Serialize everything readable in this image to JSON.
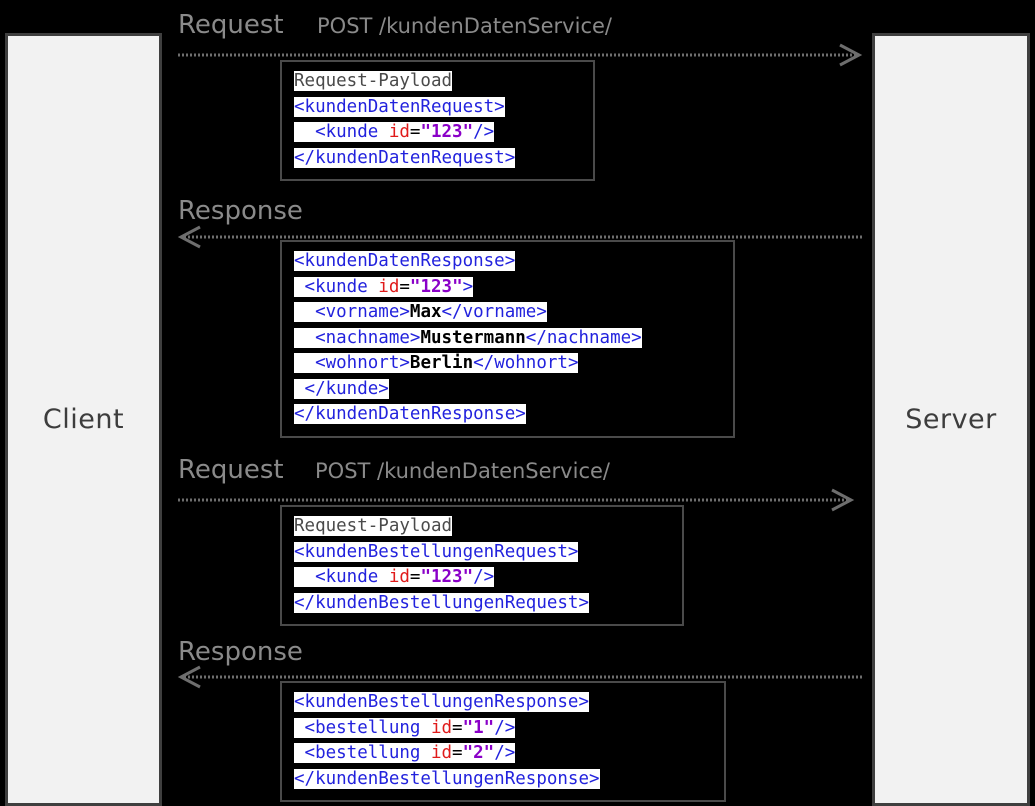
{
  "diagram": {
    "type": "sequence-diagram",
    "title": "Client-Server XML request/response sequence",
    "colors": {
      "background": "#000000",
      "lifeline_fill": "#f2f2f2",
      "lifeline_border": "#3f3f3f",
      "label_gray": "#8a8a8a",
      "note_border": "#4a4a4a",
      "tag_blue": "#2222dd",
      "attr_red": "#e01b1b",
      "value_purple": "#8a00c8",
      "text_black": "#000000",
      "code_highlight": "#ffffff"
    }
  },
  "participants": {
    "client": {
      "label": "Client"
    },
    "server": {
      "label": "Server"
    }
  },
  "messages": [
    {
      "id": "msg-1",
      "kind": "request",
      "direction": "client-to-server",
      "label": "Request",
      "sublabel": "POST /kundenDatenService/",
      "note": {
        "caption": "Request-Payload",
        "lines": [
          {
            "indent": 0,
            "tokens": [
              {
                "t": "tag",
                "v": "<kundenDatenRequest>"
              }
            ]
          },
          {
            "indent": 1,
            "tokens": [
              {
                "t": "tag",
                "v": "<kunde "
              },
              {
                "t": "attr",
                "v": "id"
              },
              {
                "t": "eq",
                "v": "="
              },
              {
                "t": "val",
                "v": "\"123\""
              },
              {
                "t": "tag",
                "v": "/>"
              }
            ]
          },
          {
            "indent": 0,
            "tokens": [
              {
                "t": "tag",
                "v": "</kundenDatenRequest>"
              }
            ]
          }
        ]
      }
    },
    {
      "id": "msg-2",
      "kind": "response",
      "direction": "server-to-client",
      "label": "Response",
      "sublabel": "",
      "note": {
        "caption": "",
        "lines": [
          {
            "indent": 0,
            "tokens": [
              {
                "t": "tag",
                "v": "<kundenDatenResponse>"
              }
            ]
          },
          {
            "indent": 0,
            "tokens": [
              {
                "t": "tag",
                "v": " <kunde "
              },
              {
                "t": "attr",
                "v": "id"
              },
              {
                "t": "eq",
                "v": "="
              },
              {
                "t": "val",
                "v": "\"123\""
              },
              {
                "t": "tag",
                "v": ">"
              }
            ]
          },
          {
            "indent": 0,
            "tokens": [
              {
                "t": "tag",
                "v": "  <vorname>"
              },
              {
                "t": "text",
                "v": "Max"
              },
              {
                "t": "tag",
                "v": "</vorname>"
              }
            ]
          },
          {
            "indent": 0,
            "tokens": [
              {
                "t": "tag",
                "v": "  <nachname>"
              },
              {
                "t": "text",
                "v": "Mustermann"
              },
              {
                "t": "tag",
                "v": "</nachname>"
              }
            ]
          },
          {
            "indent": 0,
            "tokens": [
              {
                "t": "tag",
                "v": "  <wohnort>"
              },
              {
                "t": "text",
                "v": "Berlin"
              },
              {
                "t": "tag",
                "v": "</wohnort>"
              }
            ]
          },
          {
            "indent": 0,
            "tokens": [
              {
                "t": "tag",
                "v": " </kunde>"
              }
            ]
          },
          {
            "indent": 0,
            "tokens": [
              {
                "t": "tag",
                "v": "</kundenDatenResponse>"
              }
            ]
          }
        ]
      }
    },
    {
      "id": "msg-3",
      "kind": "request",
      "direction": "client-to-server",
      "label": "Request",
      "sublabel": "POST /kundenDatenService/",
      "note": {
        "caption": "Request-Payload",
        "lines": [
          {
            "indent": 0,
            "tokens": [
              {
                "t": "tag",
                "v": "<kundenBestellungenRequest>"
              }
            ]
          },
          {
            "indent": 1,
            "tokens": [
              {
                "t": "tag",
                "v": "<kunde "
              },
              {
                "t": "attr",
                "v": "id"
              },
              {
                "t": "eq",
                "v": "="
              },
              {
                "t": "val",
                "v": "\"123\""
              },
              {
                "t": "tag",
                "v": "/>"
              }
            ]
          },
          {
            "indent": 0,
            "tokens": [
              {
                "t": "tag",
                "v": "</kundenBestellungenRequest>"
              }
            ]
          }
        ]
      }
    },
    {
      "id": "msg-4",
      "kind": "response",
      "direction": "server-to-client",
      "label": "Response",
      "sublabel": "",
      "note": {
        "caption": "",
        "lines": [
          {
            "indent": 0,
            "tokens": [
              {
                "t": "tag",
                "v": "<kundenBestellungenResponse>"
              }
            ]
          },
          {
            "indent": 0,
            "tokens": [
              {
                "t": "tag",
                "v": " <bestellung "
              },
              {
                "t": "attr",
                "v": "id"
              },
              {
                "t": "eq",
                "v": "="
              },
              {
                "t": "val",
                "v": "\"1\""
              },
              {
                "t": "tag",
                "v": "/>"
              }
            ]
          },
          {
            "indent": 0,
            "tokens": [
              {
                "t": "tag",
                "v": " <bestellung "
              },
              {
                "t": "attr",
                "v": "id"
              },
              {
                "t": "eq",
                "v": "="
              },
              {
                "t": "val",
                "v": "\"2\""
              },
              {
                "t": "tag",
                "v": "/>"
              }
            ]
          },
          {
            "indent": 0,
            "tokens": [
              {
                "t": "tag",
                "v": "</kundenBestellungenResponse>"
              }
            ]
          }
        ]
      }
    }
  ]
}
